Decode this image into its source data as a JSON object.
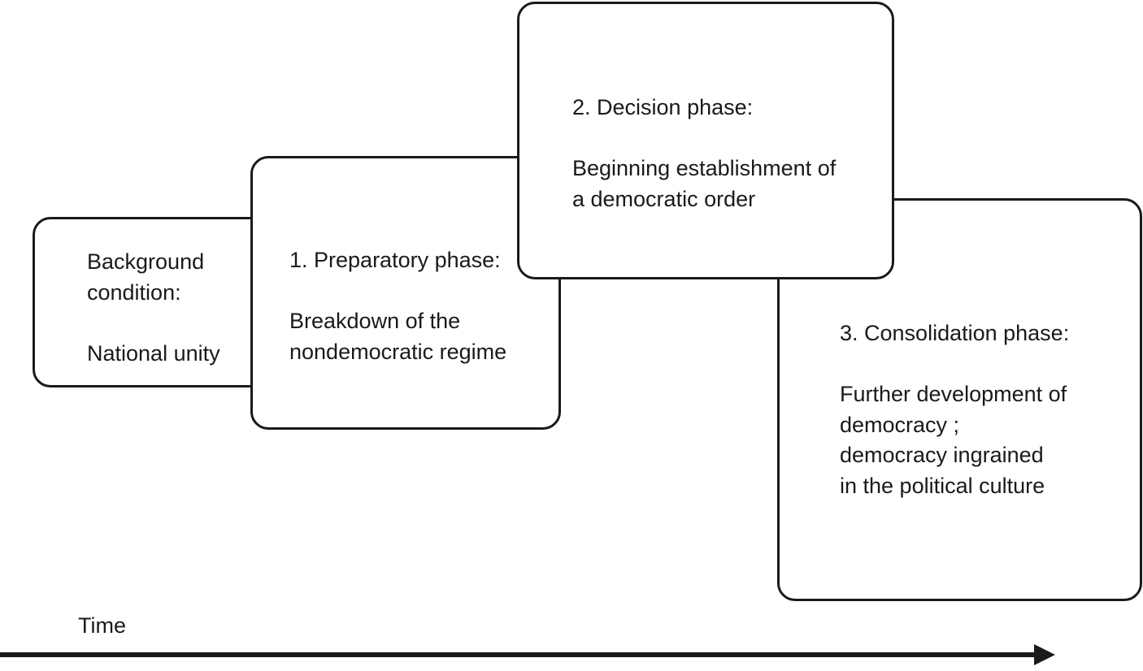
{
  "background": {
    "title_line1": "Background",
    "title_line2": "condition:",
    "desc_line1": "National unity"
  },
  "phase1": {
    "title": "1. Preparatory phase:",
    "desc_line1": "Breakdown of the",
    "desc_line2": "nondemocratic regime"
  },
  "phase2": {
    "title": "2. Decision phase:",
    "desc_line1": "Beginning establishment of",
    "desc_line2": "a democratic order"
  },
  "phase3": {
    "title": "3. Consolidation phase:",
    "desc_line1": "Further development of",
    "desc_line2": "democracy ;",
    "desc_line3": "democracy ingrained",
    "desc_line4": "in the political culture"
  },
  "timeline": {
    "label": "Time"
  }
}
